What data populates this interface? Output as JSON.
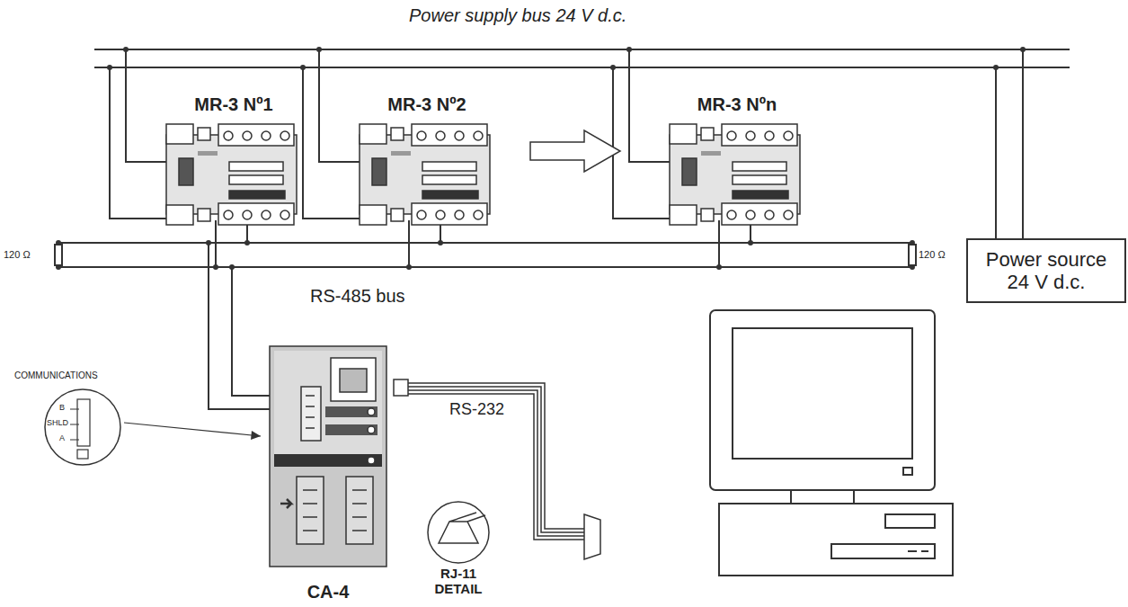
{
  "diagram": {
    "title": "Power supply bus 24 V d.c.",
    "nodes": [
      {
        "text": [
          "MR-3 Nº1"
        ]
      },
      {
        "text": [
          "MR-3 Nº2"
        ]
      },
      {
        "text": [
          "MR-3 Nºn"
        ]
      },
      {
        "text": [
          "Power source 24 V d.c."
        ]
      },
      {
        "text": [
          "CA-4"
        ]
      }
    ],
    "edges": [
      {
        "from": 3,
        "to": 0,
        "arrow": "none"
      },
      {
        "from": 3,
        "to": 1,
        "arrow": "none"
      },
      {
        "from": 3,
        "to": 2,
        "arrow": "none"
      },
      {
        "from": 0,
        "to": 4,
        "arrow": "none"
      },
      {
        "from": 1,
        "to": 4,
        "arrow": "none"
      },
      {
        "from": 2,
        "to": 4,
        "arrow": "none"
      }
    ],
    "labels": [
      "120 Ω",
      "120 Ω",
      "RS-485 bus",
      "RS-232",
      "COMMUNICATIONS",
      "B",
      "SHLD",
      "A",
      "RJ-11 DETAIL"
    ]
  }
}
